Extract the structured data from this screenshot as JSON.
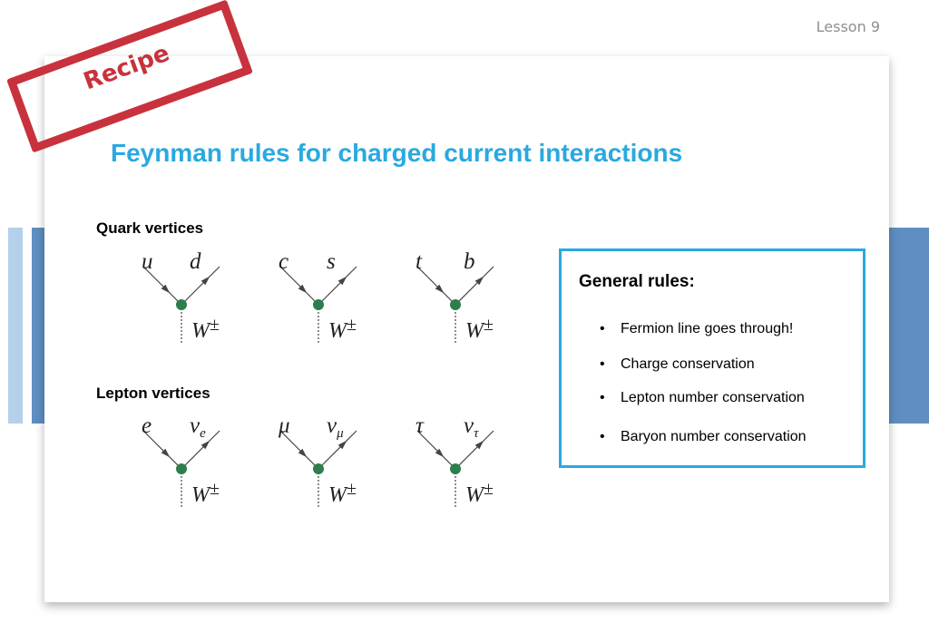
{
  "lesson_label": "Lesson 9",
  "stamp_text": "Recipe",
  "title": "Feynman rules for charged current interactions",
  "quark_heading": "Quark vertices",
  "lepton_heading": "Lepton vertices",
  "boson_label": "W",
  "boson_charge": "±",
  "quark_vertices": [
    {
      "incoming": "u",
      "outgoing": "d"
    },
    {
      "incoming": "c",
      "outgoing": "s"
    },
    {
      "incoming": "t",
      "outgoing": "b"
    }
  ],
  "lepton_vertices": [
    {
      "incoming": "e",
      "outgoing": "ν",
      "outgoing_sub": "e"
    },
    {
      "incoming": "μ",
      "outgoing": "ν",
      "outgoing_sub": "μ"
    },
    {
      "incoming": "τ",
      "outgoing": "ν",
      "outgoing_sub": "τ"
    }
  ],
  "general_rules": {
    "title": "General rules:",
    "items": [
      "Fermion line goes through!",
      "Charge conservation",
      "Lepton number conservation",
      "Baryon number conservation"
    ]
  },
  "colors": {
    "title": "#29a9df",
    "stamp": "#c8323c",
    "vertex_dot": "#2e7d4f",
    "side_bar_dark": "#5f8fc2",
    "side_bar_light": "#b4d0ea"
  }
}
